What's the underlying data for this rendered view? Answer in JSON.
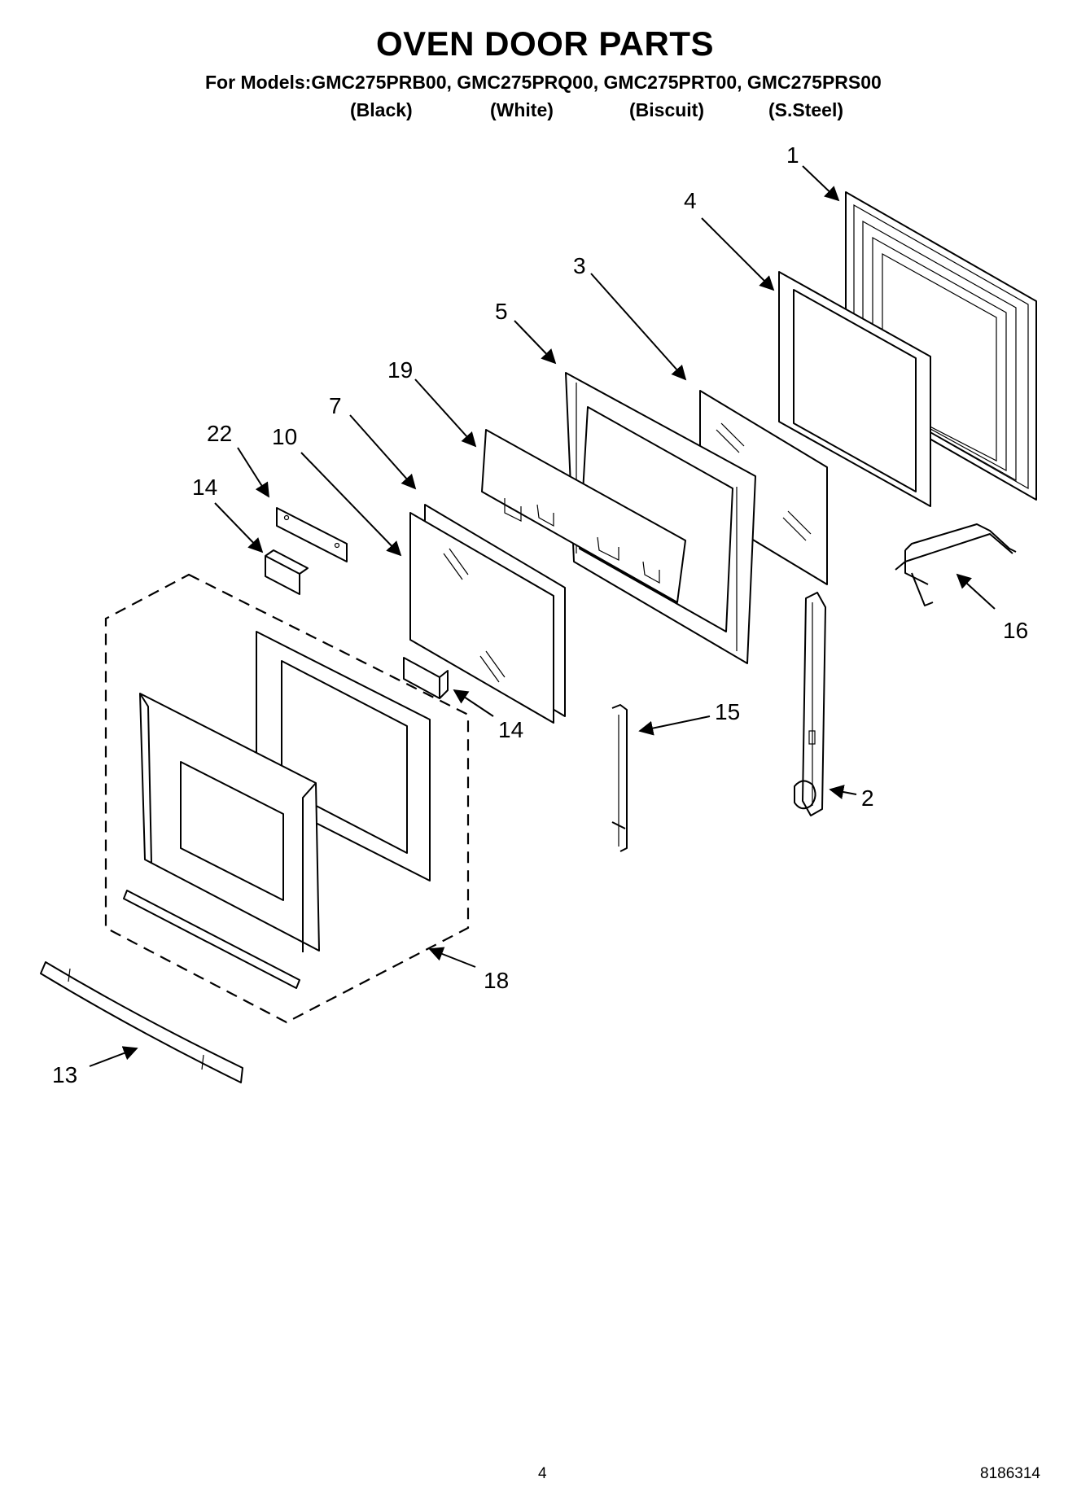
{
  "page": {
    "title": "OVEN DOOR PARTS",
    "models_line": "For Models:GMC275PRB00, GMC275PRQ00, GMC275PRT00, GMC275PRS00",
    "variants": [
      "(Black)",
      "(White)",
      "(Biscuit)",
      "(S.Steel)"
    ],
    "page_number": "4",
    "doc_number": "8186314"
  },
  "callouts": {
    "c1": "1",
    "c4": "4",
    "c3": "3",
    "c5": "5",
    "c19": "19",
    "c7": "7",
    "c22": "22",
    "c10": "10",
    "c14a": "14",
    "c14b": "14",
    "c15": "15",
    "c16": "16",
    "c2": "2",
    "c18": "18",
    "c13": "13"
  }
}
